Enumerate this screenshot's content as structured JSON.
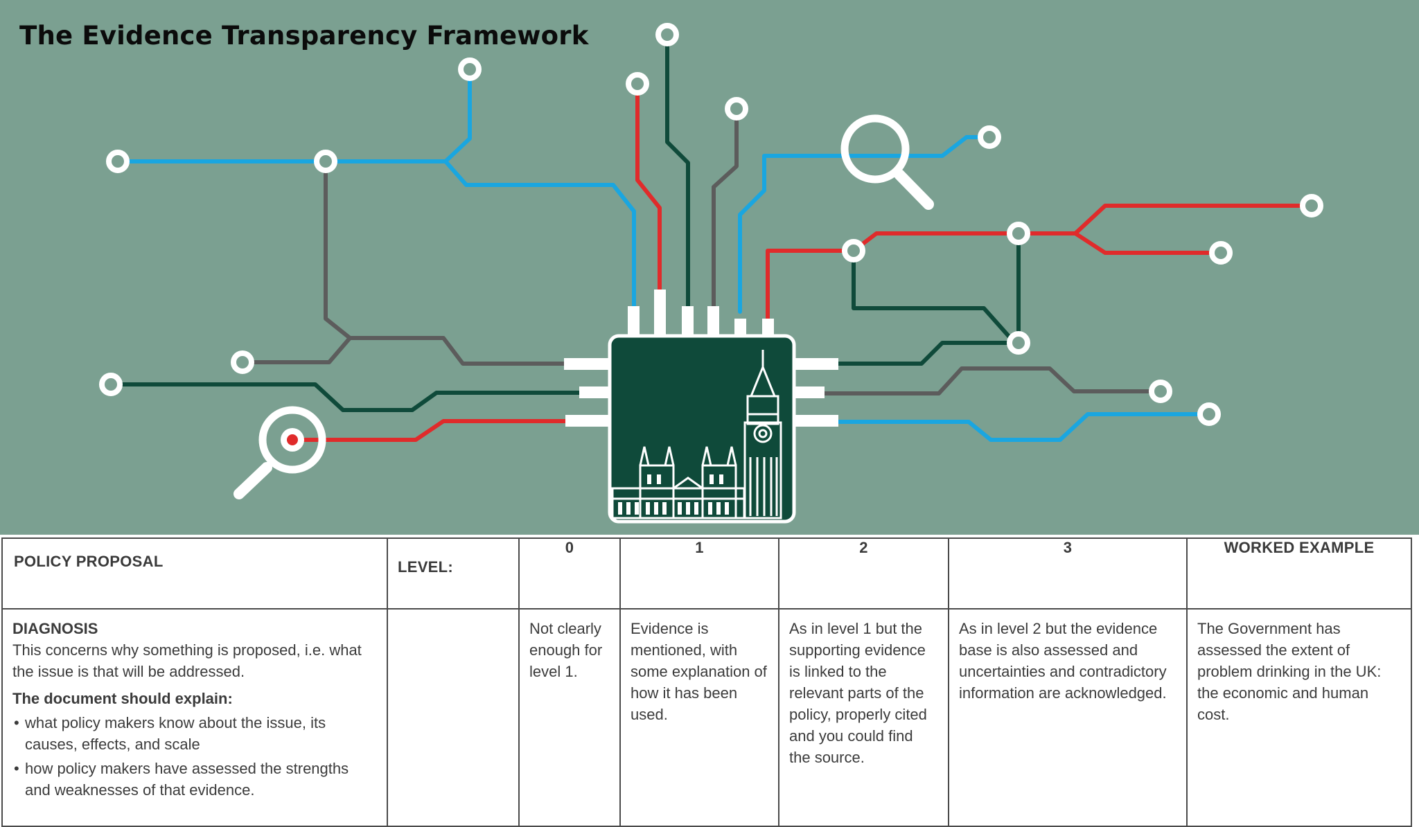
{
  "header": {
    "title": "The Evidence Transparency Framework"
  },
  "colors": {
    "background": "#7ba091",
    "blue": "#1aa6e0",
    "red": "#e02b2b",
    "dark_green": "#0f4a3a",
    "grey": "#5c5c5c",
    "chip": "#0f4a3a"
  },
  "illustration": {
    "icons": [
      "circuit-lines",
      "magnifier-icon",
      "target-icon",
      "parliament-chip-icon"
    ]
  },
  "table": {
    "headers": {
      "proposal": "POLICY PROPOSAL",
      "level": "LEVEL:",
      "l0": "0",
      "l1": "1",
      "l2": "2",
      "l3": "3",
      "example": "WORKED EXAMPLE"
    },
    "row": {
      "diagnosis_title": "DIAGNOSIS",
      "diagnosis_desc": "This concerns why something is proposed, i.e. what the issue is that will be addressed.",
      "should_explain": "The document should explain:",
      "bullets": [
        "what policy makers know about the issue, its causes, effects, and scale",
        "how policy makers have assessed the strengths and weaknesses of that evidence."
      ],
      "level0": "Not clearly enough for level 1.",
      "level1": "Evidence is mentioned, with some explanation of how it has been used.",
      "level2": "As in level 1 but the supporting evidence is linked to the relevant parts of the policy, properly cited and you could find the source.",
      "level3": "As in level 2 but the evidence base is also assessed and uncertainties and contradictory information are acknowledged.",
      "example": "The Government has assessed the extent of problem drinking in the UK: the economic and human cost."
    }
  }
}
